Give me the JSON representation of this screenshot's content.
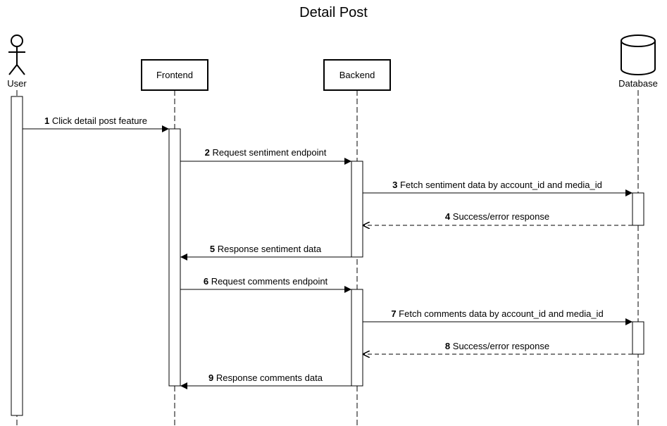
{
  "diagram": {
    "title": "Detail Post",
    "participants": [
      {
        "key": "user",
        "label": "User",
        "kind": "actor"
      },
      {
        "key": "frontend",
        "label": "Frontend",
        "kind": "box"
      },
      {
        "key": "backend",
        "label": "Backend",
        "kind": "box"
      },
      {
        "key": "database",
        "label": "Database",
        "kind": "database"
      }
    ],
    "messages": [
      {
        "num": "1",
        "text": "Click detail post feature",
        "from": "user",
        "to": "frontend",
        "type": "sync"
      },
      {
        "num": "2",
        "text": "Request sentiment endpoint",
        "from": "frontend",
        "to": "backend",
        "type": "sync"
      },
      {
        "num": "3",
        "text": "Fetch sentiment data by account_id and media_id",
        "from": "backend",
        "to": "database",
        "type": "sync"
      },
      {
        "num": "4",
        "text": "Success/error response",
        "from": "database",
        "to": "backend",
        "type": "return"
      },
      {
        "num": "5",
        "text": "Response sentiment data",
        "from": "backend",
        "to": "frontend",
        "type": "sync"
      },
      {
        "num": "6",
        "text": "Request comments endpoint",
        "from": "frontend",
        "to": "backend",
        "type": "sync"
      },
      {
        "num": "7",
        "text": "Fetch comments data by account_id and media_id",
        "from": "backend",
        "to": "database",
        "type": "sync"
      },
      {
        "num": "8",
        "text": "Success/error response",
        "from": "database",
        "to": "backend",
        "type": "return"
      },
      {
        "num": "9",
        "text": "Response comments data",
        "from": "backend",
        "to": "frontend",
        "type": "sync"
      }
    ]
  }
}
